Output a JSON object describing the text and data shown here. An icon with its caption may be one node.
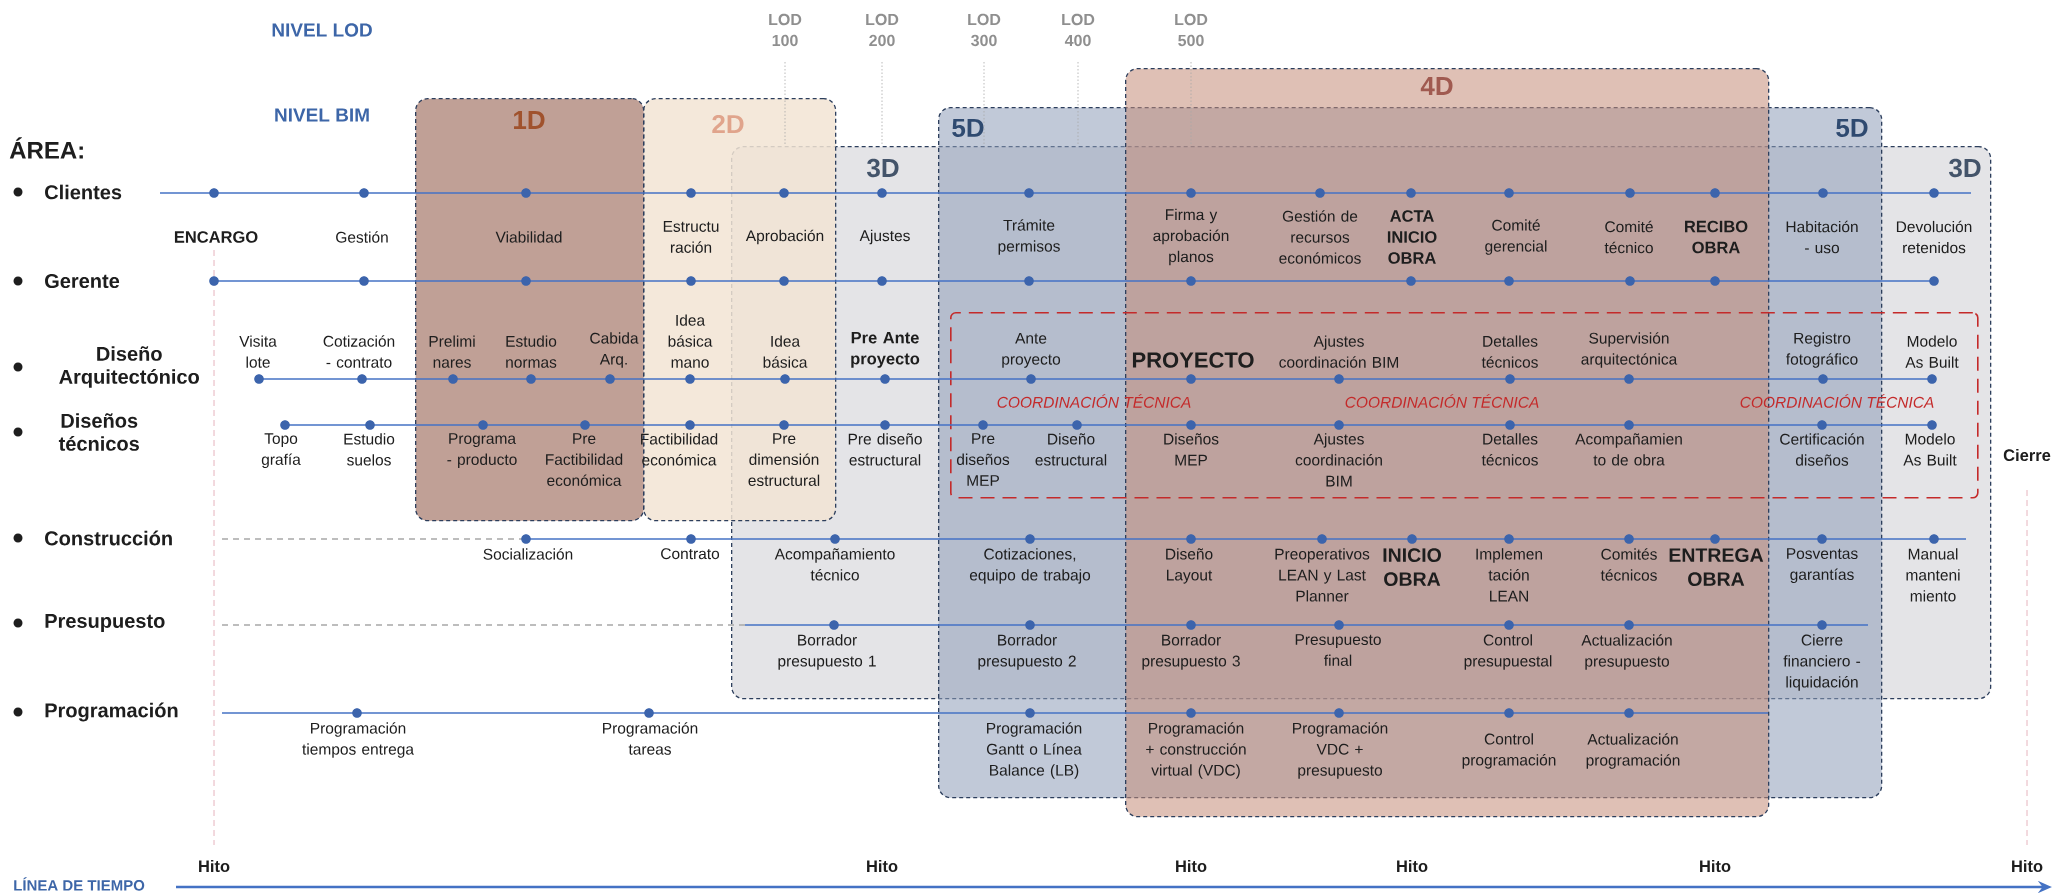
{
  "diagram": {
    "nodes": [
      {
        "text": [
          "1D"
        ]
      },
      {
        "text": [
          "2D"
        ]
      },
      {
        "text": [
          "3D",
          "3D"
        ]
      },
      {
        "text": [
          "5D",
          "5D"
        ]
      },
      {
        "text": [
          "4D"
        ]
      },
      {
        "text": [
          "COORDINACIÓN TÉCNICA",
          "COORDINACIÓN TÉCNICA",
          "COORDINACIÓN TÉCNICA"
        ],
        "in": 2
      }
    ],
    "labels": [
      "NIVEL LOD",
      "LOD 100",
      "LOD 200",
      "LOD 300",
      "LOD 400",
      "LOD 500",
      "NIVEL BIM",
      "ÁREA:",
      "Clientes",
      "Gerente",
      "Diseño Arquitectónico",
      "Diseños técnicos",
      "Construcción",
      "Presupuesto",
      "Programación",
      "ENCARGO",
      "Gestión",
      "Viabilidad",
      "Estructu ración",
      "Aprobación",
      "Ajustes",
      "Trámite permisos",
      "Firma y aprobación planos",
      "Gestión de recursos económicos",
      "ACTA INICIO OBRA",
      "Comité gerencial",
      "Comité técnico",
      "RECIBO OBRA",
      "Habitación - uso",
      "Devolución retenidos",
      "Visita lote",
      "Cotización - contrato",
      "Prelimi nares",
      "Estudio normas",
      "Cabida Arq.",
      "Idea básica mano",
      "Idea básica",
      "Pre Ante proyecto",
      "Ante proyecto",
      "PROYECTO",
      "Ajustes coordinación BIM",
      "Detalles técnicos",
      "Supervisión arquitectónica",
      "Registro fotográfico",
      "Modelo As Built",
      "Topo grafía",
      "Estudio suelos",
      "Programa - producto",
      "Pre Factibilidad económica",
      "Factibilidad económica",
      "Pre dimensión estructural",
      "Pre diseño estructural",
      "Pre diseños MEP",
      "Diseño estructural",
      "Diseños MEP",
      "Ajustes coordinación BIM",
      "Detalles técnicos",
      "Acompañamien to de obra",
      "Certificación diseños",
      "Modelo As Built",
      "Cierre",
      "Socialización",
      "Contrato",
      "Acompañamiento técnico",
      "Cotizaciones, equipo de trabajo",
      "Diseño Layout",
      "Preoperativos LEAN y Last Planner",
      "INICIO OBRA",
      "Implemen tación LEAN",
      "Comités técnicos",
      "ENTREGA OBRA",
      "Posventas garantías",
      "Manual manteni miento",
      "Borrador presupuesto 1",
      "Borrador presupuesto 2",
      "Borrador presupuesto 3",
      "Presupuesto final",
      "Control presupuestal",
      "Actualización presupuesto",
      "Cierre financiero - liquidación",
      "Programación tiempos entrega",
      "Programación tareas",
      "Programación Gantt o Línea Balance (LB)",
      "Programación + construcción virtual (VDC)",
      "Programación VDC + presupuesto",
      "Control programación",
      "Actualización programación",
      "Hito",
      "Hito",
      "Hito",
      "Hito",
      "Hito",
      "Hito",
      "LÍNEA DE TIEMPO"
    ]
  }
}
